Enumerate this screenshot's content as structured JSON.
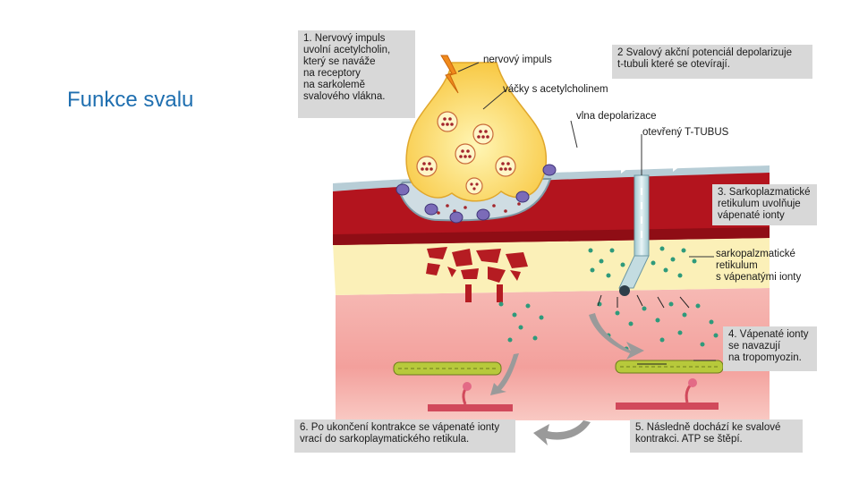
{
  "slide": {
    "title": "Funkce svalu"
  },
  "diagram": {
    "steps": {
      "step1": "1. Nervový impuls\nuvolní acetylcholin,\nkterý se naváže\nna receptory\nna sarkolemě\nsvalového vlákna.",
      "step2": "2 Svalový akční potenciál depolarizuje\nt-tubuli které se otevírají.",
      "step3": "3. Sarkoplazmatické\nretikulum uvolňuje\nvápenaté ionty",
      "step4": "4. Vápenaté ionty\nse navazují\nna tropomyozin.",
      "step5": "5. Následně dochází ke svalové\nkontrakci. ATP se štěpí.",
      "step6": "6. Po ukončení kontrakce se vápenaté ionty\nvrací do sarkoplaymatického retikula."
    },
    "labels": {
      "nerve_impulse": "nervový impuls",
      "vesicles": "váčky s acetylcholinem",
      "depolarization_wave": "vlna depolarizace",
      "open_t_tubule": "otevřený T-TUBUS",
      "sarcoplasmic_reticulum": "sarkopalzmatické\nretikulum\ns vápenatými ionty"
    },
    "colors": {
      "box_bg": "#d8d8d8",
      "muscle_red": "#b3141e",
      "sarcoplasm_yellow": "#fbf0b8",
      "myofibril_pink": "#f4a7a4",
      "terminal_yellow": "#fde074",
      "calcium_green": "#2e9a7b",
      "arrow_gray": "#9a9a9a",
      "title_blue": "#1f6fb0"
    }
  }
}
